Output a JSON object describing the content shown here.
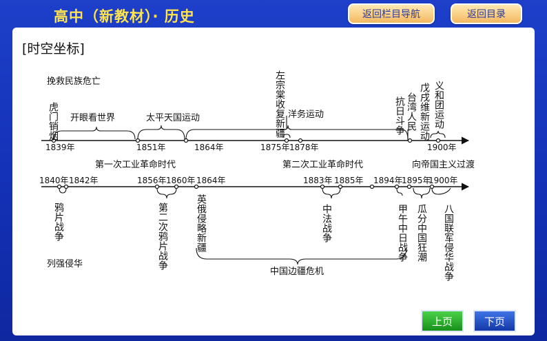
{
  "header": {
    "title": "高中（新教材）· 历史"
  },
  "nav": {
    "back_section": "返回栏目导航",
    "back_toc": "返回目录"
  },
  "section_title": "[时空坐标]",
  "axis1": {
    "labels": {
      "l1839": "1839年",
      "l1851": "1851年",
      "l1864": "1864年",
      "l1875": "1875年",
      "l1878": "1878年",
      "l1900": "1900年"
    },
    "group": "挽救民族危亡",
    "v_humen": "虎门销烟",
    "v_zuo": "左宗棠收复新疆",
    "v_kangri": "抗日斗争",
    "v_taiwan": "台湾人民",
    "v_wuxu": "戊戌维新运动",
    "v_yihe": "义和团运动",
    "h_kaiyan": "开眼看世界",
    "h_taiping": "太平天国运动",
    "h_yangwu": "洋务运动"
  },
  "eras": {
    "e1": "第一次工业革命时代",
    "e2": "第二次工业革命时代",
    "e3": "向帝国主义过渡"
  },
  "axis2": {
    "labels": {
      "l1840": "1840年",
      "l1842": "1842年",
      "l1856": "1856年",
      "l1860": "1860年",
      "l1864": "1864年",
      "l1883": "1883年",
      "l1885": "1885年",
      "l1894": "1894年",
      "l1895": "1895年",
      "l1900": "1900年"
    },
    "v_opium": "鸦片战争",
    "v_opium2": "第二次鸦片战争",
    "v_russia": "英俄侵略新疆",
    "v_sinofrench": "中法战争",
    "v_sinojapan": "甲午中日战争",
    "v_partition": "瓜分中国狂潮",
    "v_eight": "八国联军侵华战争",
    "group": "列强侵华",
    "frontier": "中国边疆危机"
  },
  "footer": {
    "prev": "上页",
    "next": "下页"
  }
}
